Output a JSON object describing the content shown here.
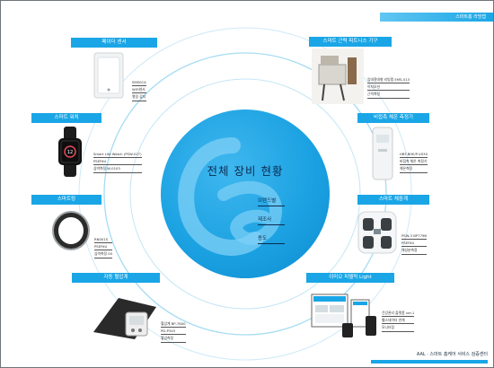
{
  "banner": {
    "label": "스마트홈 라빙랩"
  },
  "center": {
    "title": "전체 장비  현황",
    "links": [
      "브랜드별",
      "제조사",
      "용도"
    ]
  },
  "devices": {
    "door_sensor": {
      "title": "페이더 센서",
      "specs": [
        "SMS0CA",
        "WiFi센서",
        "열림 감지"
      ]
    },
    "smart_watch": {
      "title": "스마트 워치",
      "specs": [
        "Smart Life Watch (PSW-01T)",
        "PSEFitU",
        "심박측정 W-0103"
      ]
    },
    "smart_ring": {
      "title": "스마트링",
      "specs": [
        "RN001S",
        "PSEFitU",
        "심박측정 00"
      ]
    },
    "bp_monitor": {
      "title": "자동 혈압계",
      "specs": [
        "혈압계 BP-7600",
        "PD-P345",
        "혈압측정"
      ]
    },
    "fitness": {
      "title": "스마트 근력 피트니스 기구",
      "specs": [
        "임대용대형 리빙랩 EMS-013",
        "이지모션",
        "근력측정"
      ]
    },
    "temp_meter": {
      "title": "비접촉 체온 측정기",
      "specs": [
        "HBT-BHE/P-V030",
        "비접촉 체온 측정기",
        "체온측정"
      ]
    },
    "scale": {
      "title": "스마트 체중계",
      "specs": [
        "PSW-3 BP779B",
        "PSEFitU",
        "체성분측정"
      ]
    },
    "platform": {
      "title": "이미오 피텔릭 Light",
      "specs": [
        "건강관리 플랫폼 ver.1",
        "헬스데이터 연계",
        "모니터링"
      ]
    }
  },
  "footer": {
    "note": "AAL · 스마트 홈케어 서비스 검증센터"
  },
  "colors": {
    "accent": "#1aa6e6",
    "ring": "#9fd8f2",
    "hero": "#1ca2e2",
    "text_dark": "#0b2a50"
  }
}
